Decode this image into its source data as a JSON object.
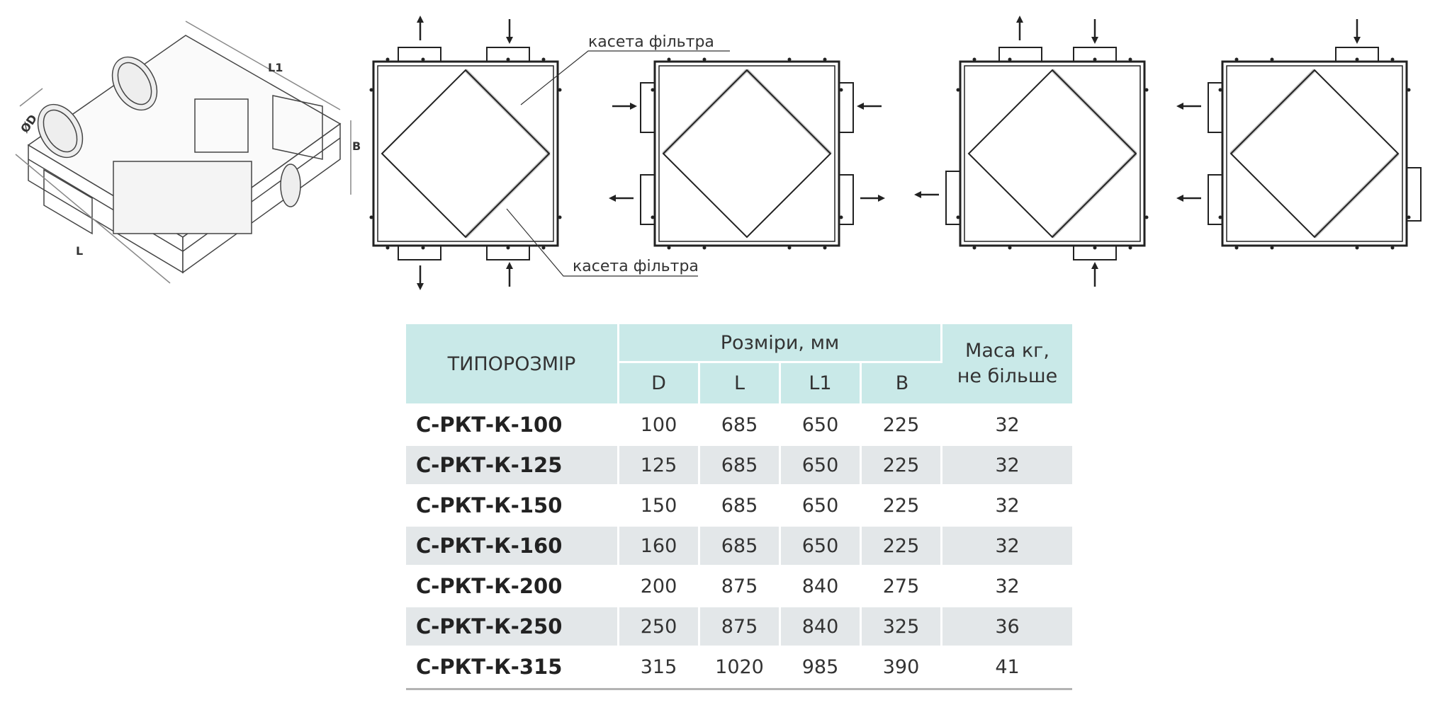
{
  "drawing": {
    "iso_labels": {
      "diameter": "ØD",
      "length": "L",
      "length1": "L1",
      "height": "B"
    },
    "callout_top": "касета фільтра",
    "callout_bottom": "касета фільтра"
  },
  "table": {
    "header_model": "ТИПОРОЗМІР",
    "header_dims": "Розміри, мм",
    "header_mass_line1": "Маса кг,",
    "header_mass_line2": "не більше",
    "dim_cols": [
      "D",
      "L",
      "L1",
      "B"
    ],
    "rows": [
      {
        "model": "С-РКТ-К-100",
        "d": "100",
        "l": "685",
        "l1": "650",
        "b": "225",
        "mass": "32"
      },
      {
        "model": "С-РКТ-К-125",
        "d": "125",
        "l": "685",
        "l1": "650",
        "b": "225",
        "mass": "32"
      },
      {
        "model": "С-РКТ-К-150",
        "d": "150",
        "l": "685",
        "l1": "650",
        "b": "225",
        "mass": "32"
      },
      {
        "model": "С-РКТ-К-160",
        "d": "160",
        "l": "685",
        "l1": "650",
        "b": "225",
        "mass": "32"
      },
      {
        "model": "С-РКТ-К-200",
        "d": "200",
        "l": "875",
        "l1": "840",
        "b": "275",
        "mass": "32"
      },
      {
        "model": "С-РКТ-К-250",
        "d": "250",
        "l": "875",
        "l1": "840",
        "b": "325",
        "mass": "36"
      },
      {
        "model": "С-РКТ-К-315",
        "d": "315",
        "l": "1020",
        "l1": "985",
        "b": "390",
        "mass": "41"
      }
    ]
  }
}
